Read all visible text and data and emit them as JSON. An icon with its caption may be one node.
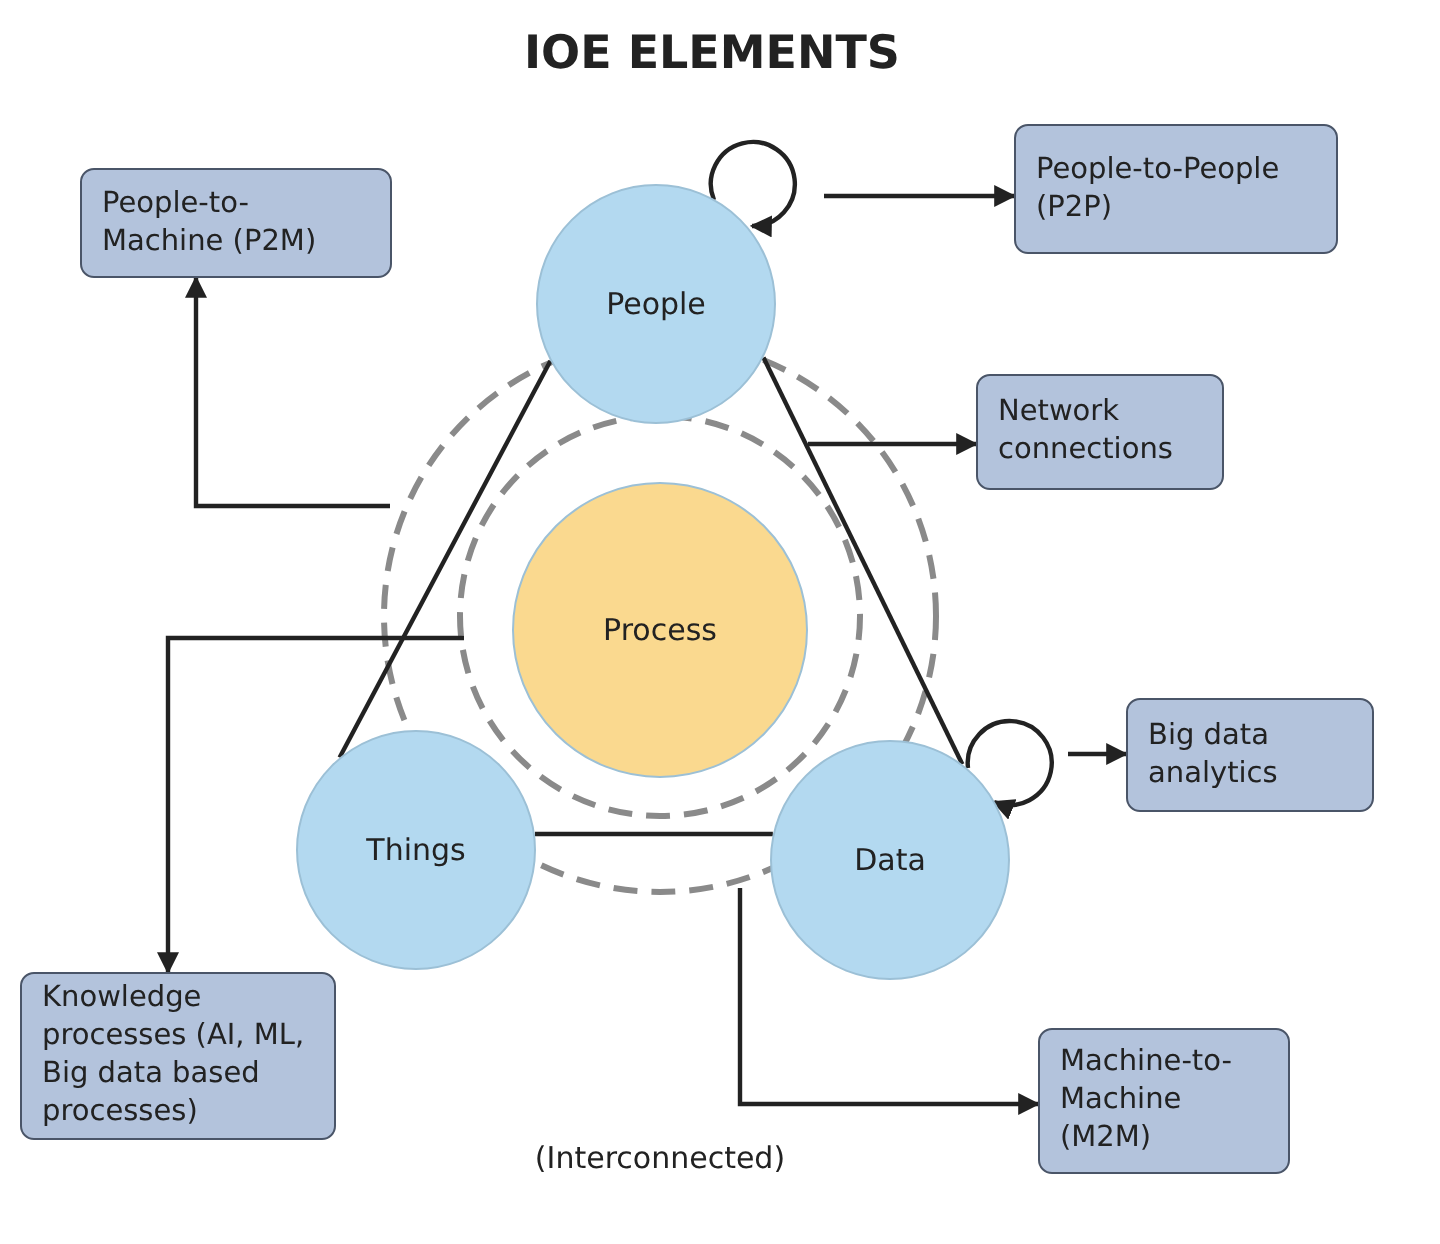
{
  "diagram": {
    "title": "IOE ELEMENTS",
    "nodes": [
      {
        "text": [
          "People"
        ]
      },
      {
        "text": [
          "Process"
        ]
      },
      {
        "text": [
          "Things"
        ]
      },
      {
        "text": [
          "Data"
        ]
      },
      {
        "text": [
          "People-to-Machine (P2M)"
        ]
      },
      {
        "text": [
          "People-to-People (P2P)"
        ]
      },
      {
        "text": [
          "Network connections"
        ]
      },
      {
        "text": [
          "Big data analytics"
        ]
      },
      {
        "text": [
          "Knowledge processes (AI, ML, Big data based processes)"
        ]
      },
      {
        "text": [
          "Machine-to-Machine (M2M)"
        ]
      }
    ],
    "edges": [
      {
        "from": 0,
        "to": 2,
        "arrow": "none"
      },
      {
        "from": 0,
        "to": 3,
        "arrow": "none"
      },
      {
        "from": 2,
        "to": 3,
        "arrow": "none"
      },
      {
        "from": 0,
        "to": 0,
        "arrow": "to"
      },
      {
        "from": 0,
        "to": 5,
        "arrow": "to"
      },
      {
        "from": null,
        "to": 4,
        "arrow": "to"
      },
      {
        "from": null,
        "to": 6,
        "arrow": "to"
      },
      {
        "from": 3,
        "to": 3,
        "arrow": "to"
      },
      {
        "from": null,
        "to": 7,
        "arrow": "to"
      },
      {
        "from": null,
        "to": 8,
        "arrow": "to"
      },
      {
        "from": null,
        "to": 9,
        "arrow": "to"
      }
    ],
    "labels": [
      "(Interconnected)"
    ]
  }
}
